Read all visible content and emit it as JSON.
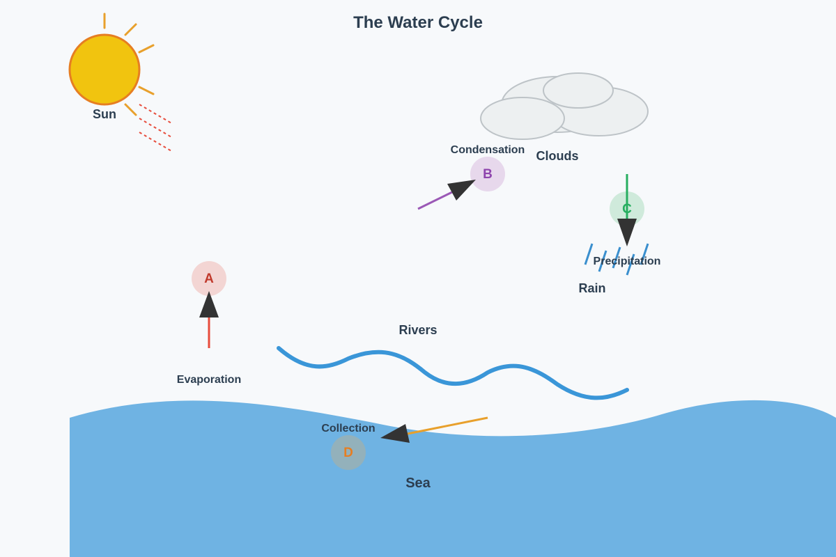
{
  "diagram": {
    "title": "The Water Cycle",
    "objects": {
      "sun": "Sun",
      "clouds": "Clouds",
      "rain": "Rain",
      "rivers": "Rivers",
      "sea": "Sea"
    },
    "stages": [
      {
        "letter": "A",
        "name": "Evaporation",
        "arrow_color": "#e74c3c",
        "badge_fill": "#f3d5d3",
        "letter_color": "#c0392b"
      },
      {
        "letter": "B",
        "name": "Condensation",
        "arrow_color": "#9b59b6",
        "badge_fill": "#e7d8ec",
        "letter_color": "#8e44ad"
      },
      {
        "letter": "C",
        "name": "Precipitation",
        "arrow_color": "#27ae60",
        "badge_fill": "#cfeadb",
        "letter_color": "#27ae60"
      },
      {
        "letter": "D",
        "name": "Collection",
        "arrow_color": "#e8a02c",
        "badge_fill": "#93b1bb",
        "letter_color": "#e67e22"
      }
    ],
    "colors": {
      "sun": "#f1c40f",
      "sun_outline": "#e67e22",
      "sun_rays": "#e8a02c",
      "heat_lines": "#e74c3c",
      "cloud": "#edf0f1",
      "cloud_outline": "#bdc3c7",
      "rain": "#3a8fce",
      "river": "#3a96d8",
      "sea": "#6fb3e3"
    }
  }
}
